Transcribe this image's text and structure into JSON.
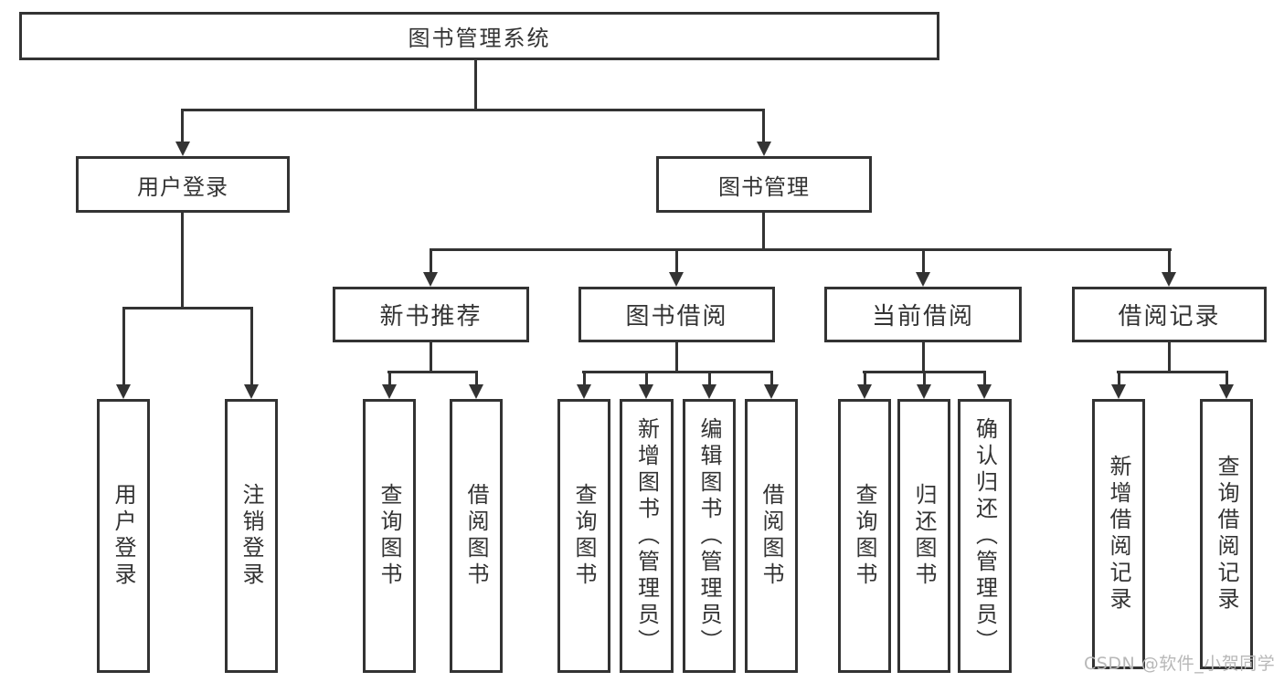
{
  "diagram": {
    "title": "图书管理系统",
    "nodes": {
      "user_login": "用户登录",
      "book_mgmt": "图书管理",
      "new_book_rec": "新书推荐",
      "book_borrow": "图书借阅",
      "current_borrow": "当前借阅",
      "borrow_record": "借阅记录",
      "leaf_user_login": "用户登录",
      "leaf_logout": "注销登录",
      "leaf_nbr_query": "查询图书",
      "leaf_nbr_borrow": "借阅图书",
      "leaf_bb_query": "查询图书",
      "leaf_bb_add": "新增图书（管理员）",
      "leaf_bb_edit": "编辑图书（管理员）",
      "leaf_bb_borrow": "借阅图书",
      "leaf_cb_query": "查询图书",
      "leaf_cb_return": "归还图书",
      "leaf_cb_confirm": "确认归还（管理员）",
      "leaf_br_add": "新增借阅记录",
      "leaf_br_query": "查询借阅记录"
    },
    "colors": {
      "line": "#333333",
      "text": "#333333",
      "background": "#ffffff"
    }
  },
  "watermark": {
    "text": "CSDN @软件_小贺同学",
    "color": "#b8b8b8"
  }
}
